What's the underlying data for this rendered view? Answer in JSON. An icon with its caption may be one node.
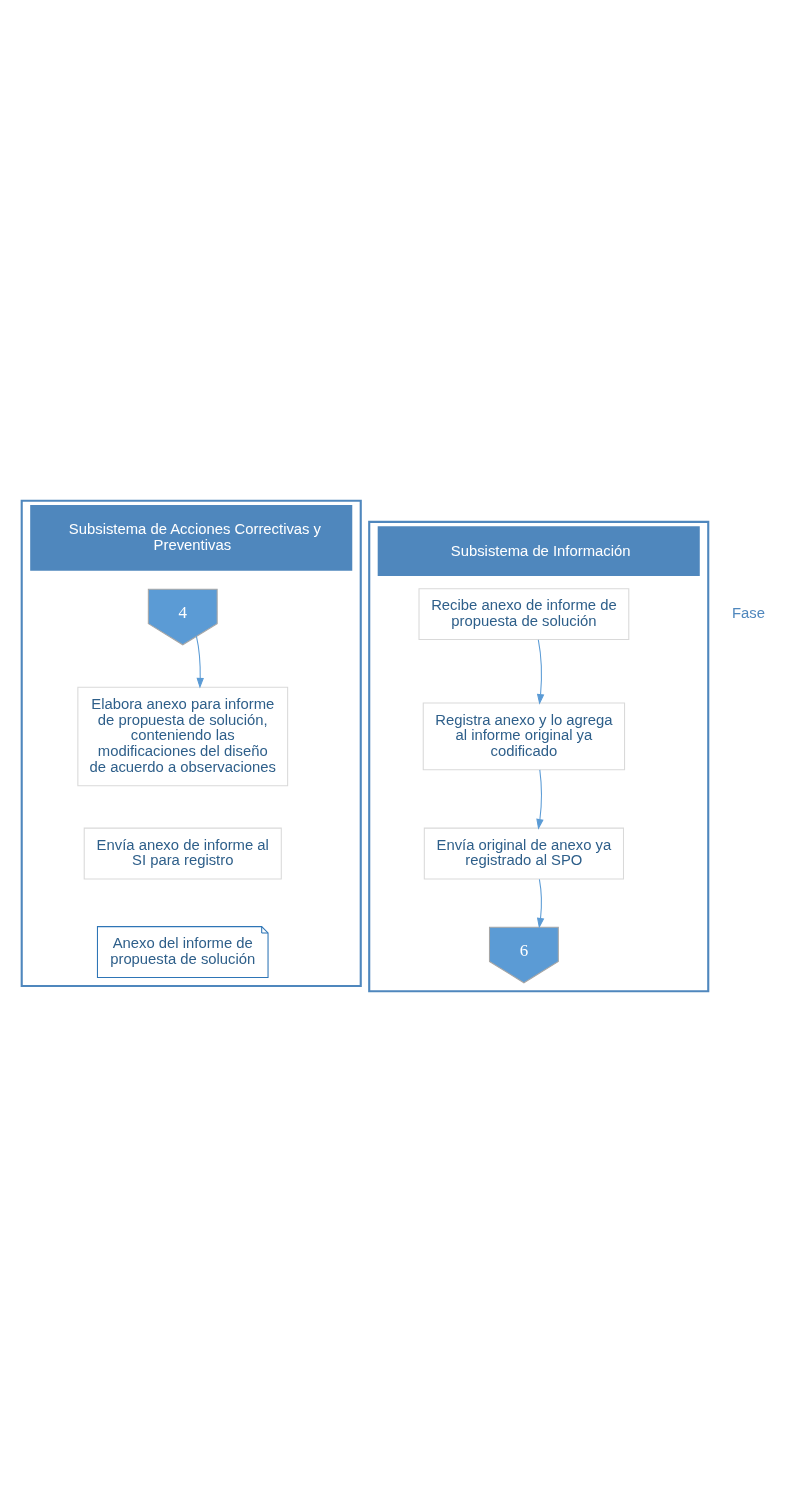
{
  "diagram": {
    "nodes": [
      {
        "text": [
          "Subsistema de Acciones Correctivas y Preventivas"
        ]
      },
      {
        "text": [
          "Subsistema de Información"
        ]
      },
      {
        "text": [
          "4"
        ],
        "in": 0
      },
      {
        "text": [
          "Elabora anexo para informe de propuesta de solución, conteniendo las modificaciones del diseño de acuerdo a observaciones"
        ],
        "in": 0
      },
      {
        "text": [
          "Envía anexo de informe al SI para registro"
        ],
        "in": 0
      },
      {
        "text": [
          "Anexo del informe de propuesta de solución"
        ],
        "in": 0
      },
      {
        "text": [
          "Recibe anexo de informe de propuesta de solución"
        ],
        "in": 1
      },
      {
        "text": [
          "Registra anexo y lo agrega al informe original ya codificado"
        ],
        "in": 1
      },
      {
        "text": [
          "Envía original de anexo ya registrado al SPO"
        ],
        "in": 1
      },
      {
        "text": [
          "6"
        ],
        "in": 1
      }
    ],
    "edges": [
      {
        "from": 2,
        "to": 3,
        "arrow": "to"
      },
      {
        "from": 6,
        "to": 7,
        "arrow": "to"
      },
      {
        "from": 7,
        "to": 8,
        "arrow": "to"
      },
      {
        "from": 8,
        "to": 9,
        "arrow": "to"
      }
    ],
    "labels": [
      "Fase"
    ]
  }
}
